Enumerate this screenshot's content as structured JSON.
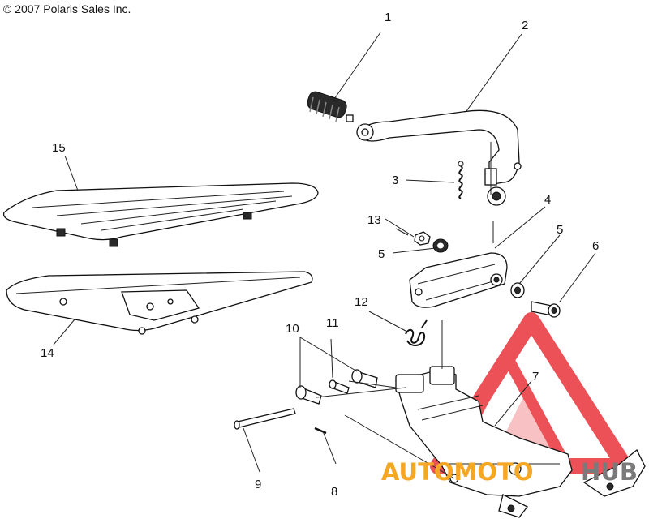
{
  "copyright": "2007 Polaris Sales Inc.",
  "copyright_symbol": "©",
  "callouts": [
    "1",
    "2",
    "3",
    "4",
    "5",
    "5",
    "6",
    "7",
    "8",
    "9",
    "10",
    "11",
    "12",
    "13",
    "14",
    "15"
  ],
  "watermark": {
    "part1": "AUTOMOTO",
    "part2": "HUB",
    "colors": {
      "logo": "#e8333a",
      "text_orange": "#f5a623",
      "text_gray": "#7a7a7a"
    }
  }
}
